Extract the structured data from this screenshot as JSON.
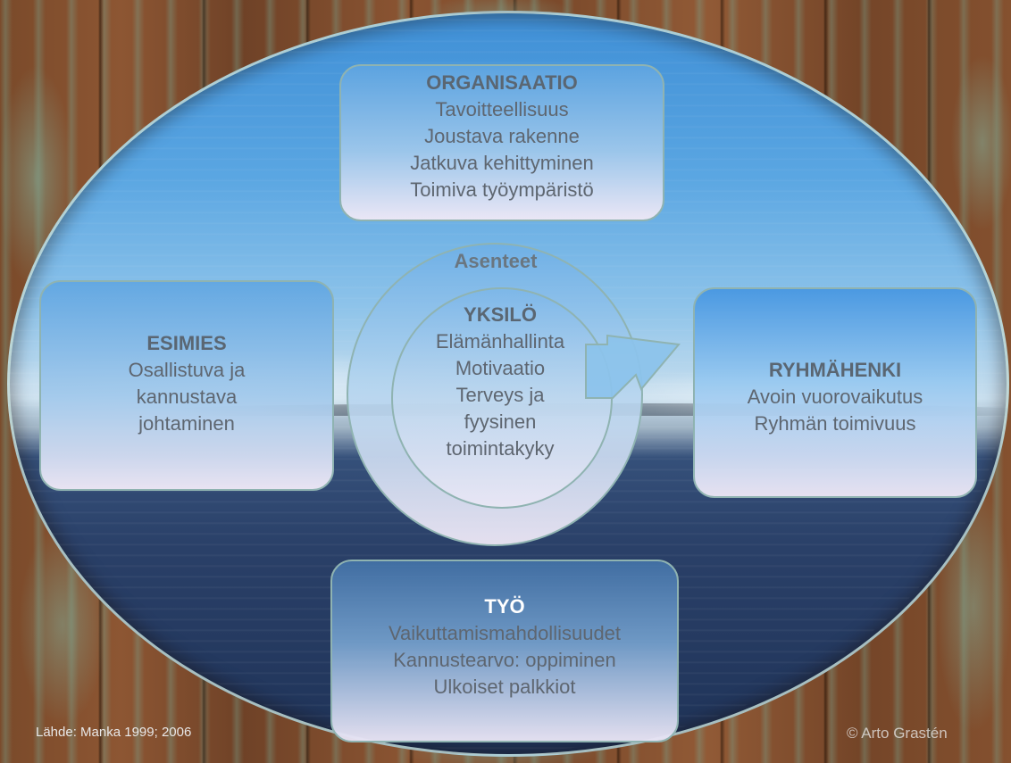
{
  "organisaatio": {
    "title": "ORGANISAATIO",
    "lines": [
      "Tavoitteellisuus",
      "Joustava rakenne",
      "Jatkuva kehittyminen",
      "Toimiva työympäristö"
    ]
  },
  "esimies": {
    "title": "ESIMIES",
    "lines": [
      "Osallistuva ja",
      "kannustava",
      "johtaminen"
    ]
  },
  "ryhmahenki": {
    "title": "RYHMÄHENKI",
    "lines": [
      "Avoin vuorovaikutus",
      "Ryhmän toimivuus"
    ]
  },
  "tyo": {
    "title": "TYÖ",
    "lines": [
      "Vaikuttamismahdollisuudet",
      "Kannustearvo: oppiminen",
      "Ulkoiset palkkiot"
    ]
  },
  "asenteet": "Asenteet",
  "yksilo": {
    "title": "YKSILÖ",
    "lines": [
      "Elämänhallinta",
      "Motivaatio",
      "Terveys ja",
      "fyysinen",
      "toimintakyky"
    ]
  },
  "footer": {
    "source": "Lähde: Manka 1999; 2006",
    "copyright": "© Arto Grastén"
  }
}
